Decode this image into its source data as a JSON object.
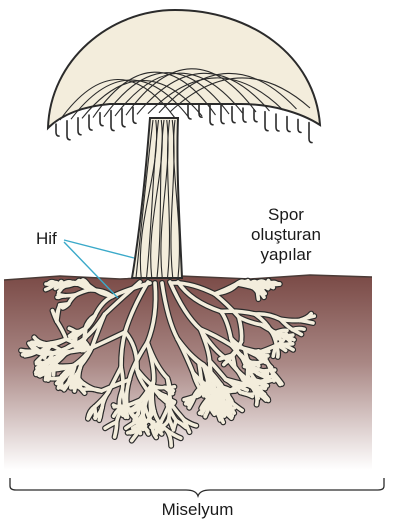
{
  "labels": {
    "hif": "Hif",
    "spore_structures": [
      "Spor",
      "oluşturan",
      "yapılar"
    ],
    "mycelium": "Miselyum"
  },
  "colors": {
    "hypha_fill": "#f3eddc",
    "hypha_outline": "#2b2b2b",
    "soil_top": "#7a4a46",
    "soil_bottom": "#ffffff",
    "pointer_line": "#3aa9c9"
  }
}
